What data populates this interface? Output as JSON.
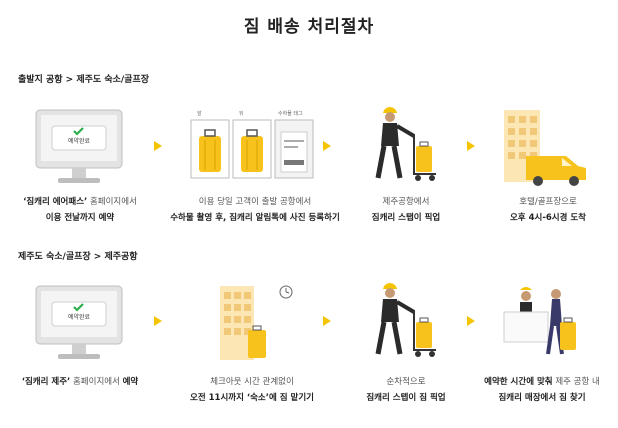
{
  "title": "짐 배송 처리절차",
  "section1": {
    "label": "출발지 공항 > 제주도 숙소/골프장",
    "steps": [
      {
        "pre": "‘짐캐리 에어패스’",
        "l1_rest": " 홈페이지에서",
        "l2": "이용 전날까지 예약",
        "screen_label": "예약완료"
      },
      {
        "l1": "이용 당일 고객이 출발 공항에서",
        "l2": "수하물 촬영 후, 짐캐리 알림톡에 사진 등록하기",
        "photo_labels": [
          "앞",
          "뒤",
          "수하물 태그"
        ]
      },
      {
        "l1": "제주공항에서",
        "l2": "짐캐리 스탭이 픽업"
      },
      {
        "l1": "호텔/골프장으로",
        "l2": "오후 4시-6시경 도착"
      }
    ]
  },
  "section2": {
    "label": "제주도 숙소/골프장 > 제주공항",
    "steps": [
      {
        "pre": "‘짐캐리 제주’",
        "l1_mid": " 홈페이지에서 ",
        "post": "예약",
        "screen_label": "예약완료"
      },
      {
        "l1": "체크아웃 시간 관계없이",
        "l2": "오전 11시까지 ‘숙소’에 짐 맡기기"
      },
      {
        "l1": "순차적으로",
        "l2": "짐캐리 스텝이 짐 픽업"
      },
      {
        "pre": "예약한 시간에 맞춰",
        "l1_rest": " 제주 공항 내",
        "l2": "짐캐리 매장에서 짐 찾기"
      }
    ]
  },
  "colors": {
    "accent": "#f5c400",
    "luggage": "#f7c21b",
    "monitor": "#d8d8d8",
    "text": "#222222"
  }
}
